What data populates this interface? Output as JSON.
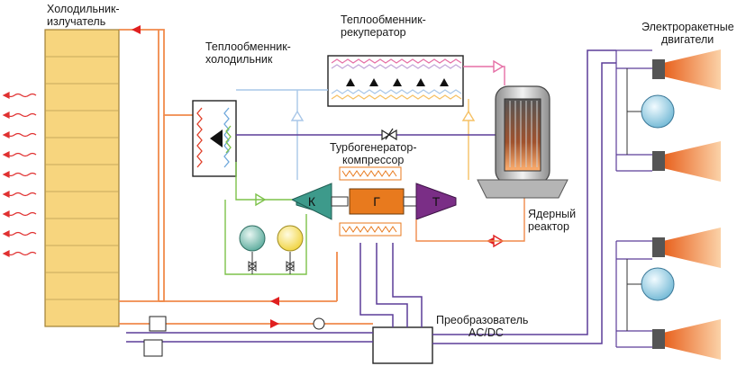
{
  "labels": {
    "radiator_line1": "Холодильник-",
    "radiator_line2": "излучатель",
    "cooler_hx_line1": "Теплообменник-",
    "cooler_hx_line2": "холодильник",
    "recuperator_line1": "Теплообменник-",
    "recuperator_line2": "рекуператор",
    "turbo_line1": "Турбогенератор-",
    "turbo_line2": "компрессор",
    "reactor_line1": "Ядерный",
    "reactor_line2": "реактор",
    "converter_line1": "Преобразователь",
    "converter_line2": "AC/DC",
    "engines_line1": "Электроракетные",
    "engines_line2": "двигатели"
  },
  "blocks": {
    "compressor": "К",
    "generator": "Г",
    "turbine": "Т"
  },
  "colors": {
    "radiator_fill": "#f7d57e",
    "orange_loop": "#f08a4b",
    "red_arrows": "#e02020",
    "compressor": "#3d9a8b",
    "generator": "#e87a1e",
    "turbine": "#7a2e86",
    "electric_lines": "#5c3d99",
    "engine_plume": "#f0883a"
  }
}
